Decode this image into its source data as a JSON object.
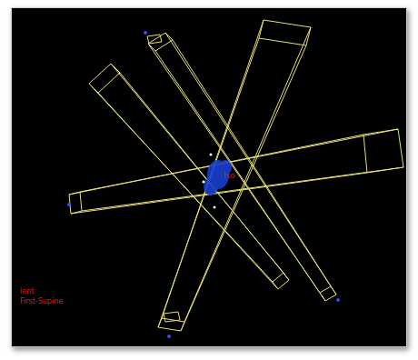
{
  "diagram": {
    "labels": [
      "Iso",
      "ient",
      "First-Supine"
    ]
  }
}
